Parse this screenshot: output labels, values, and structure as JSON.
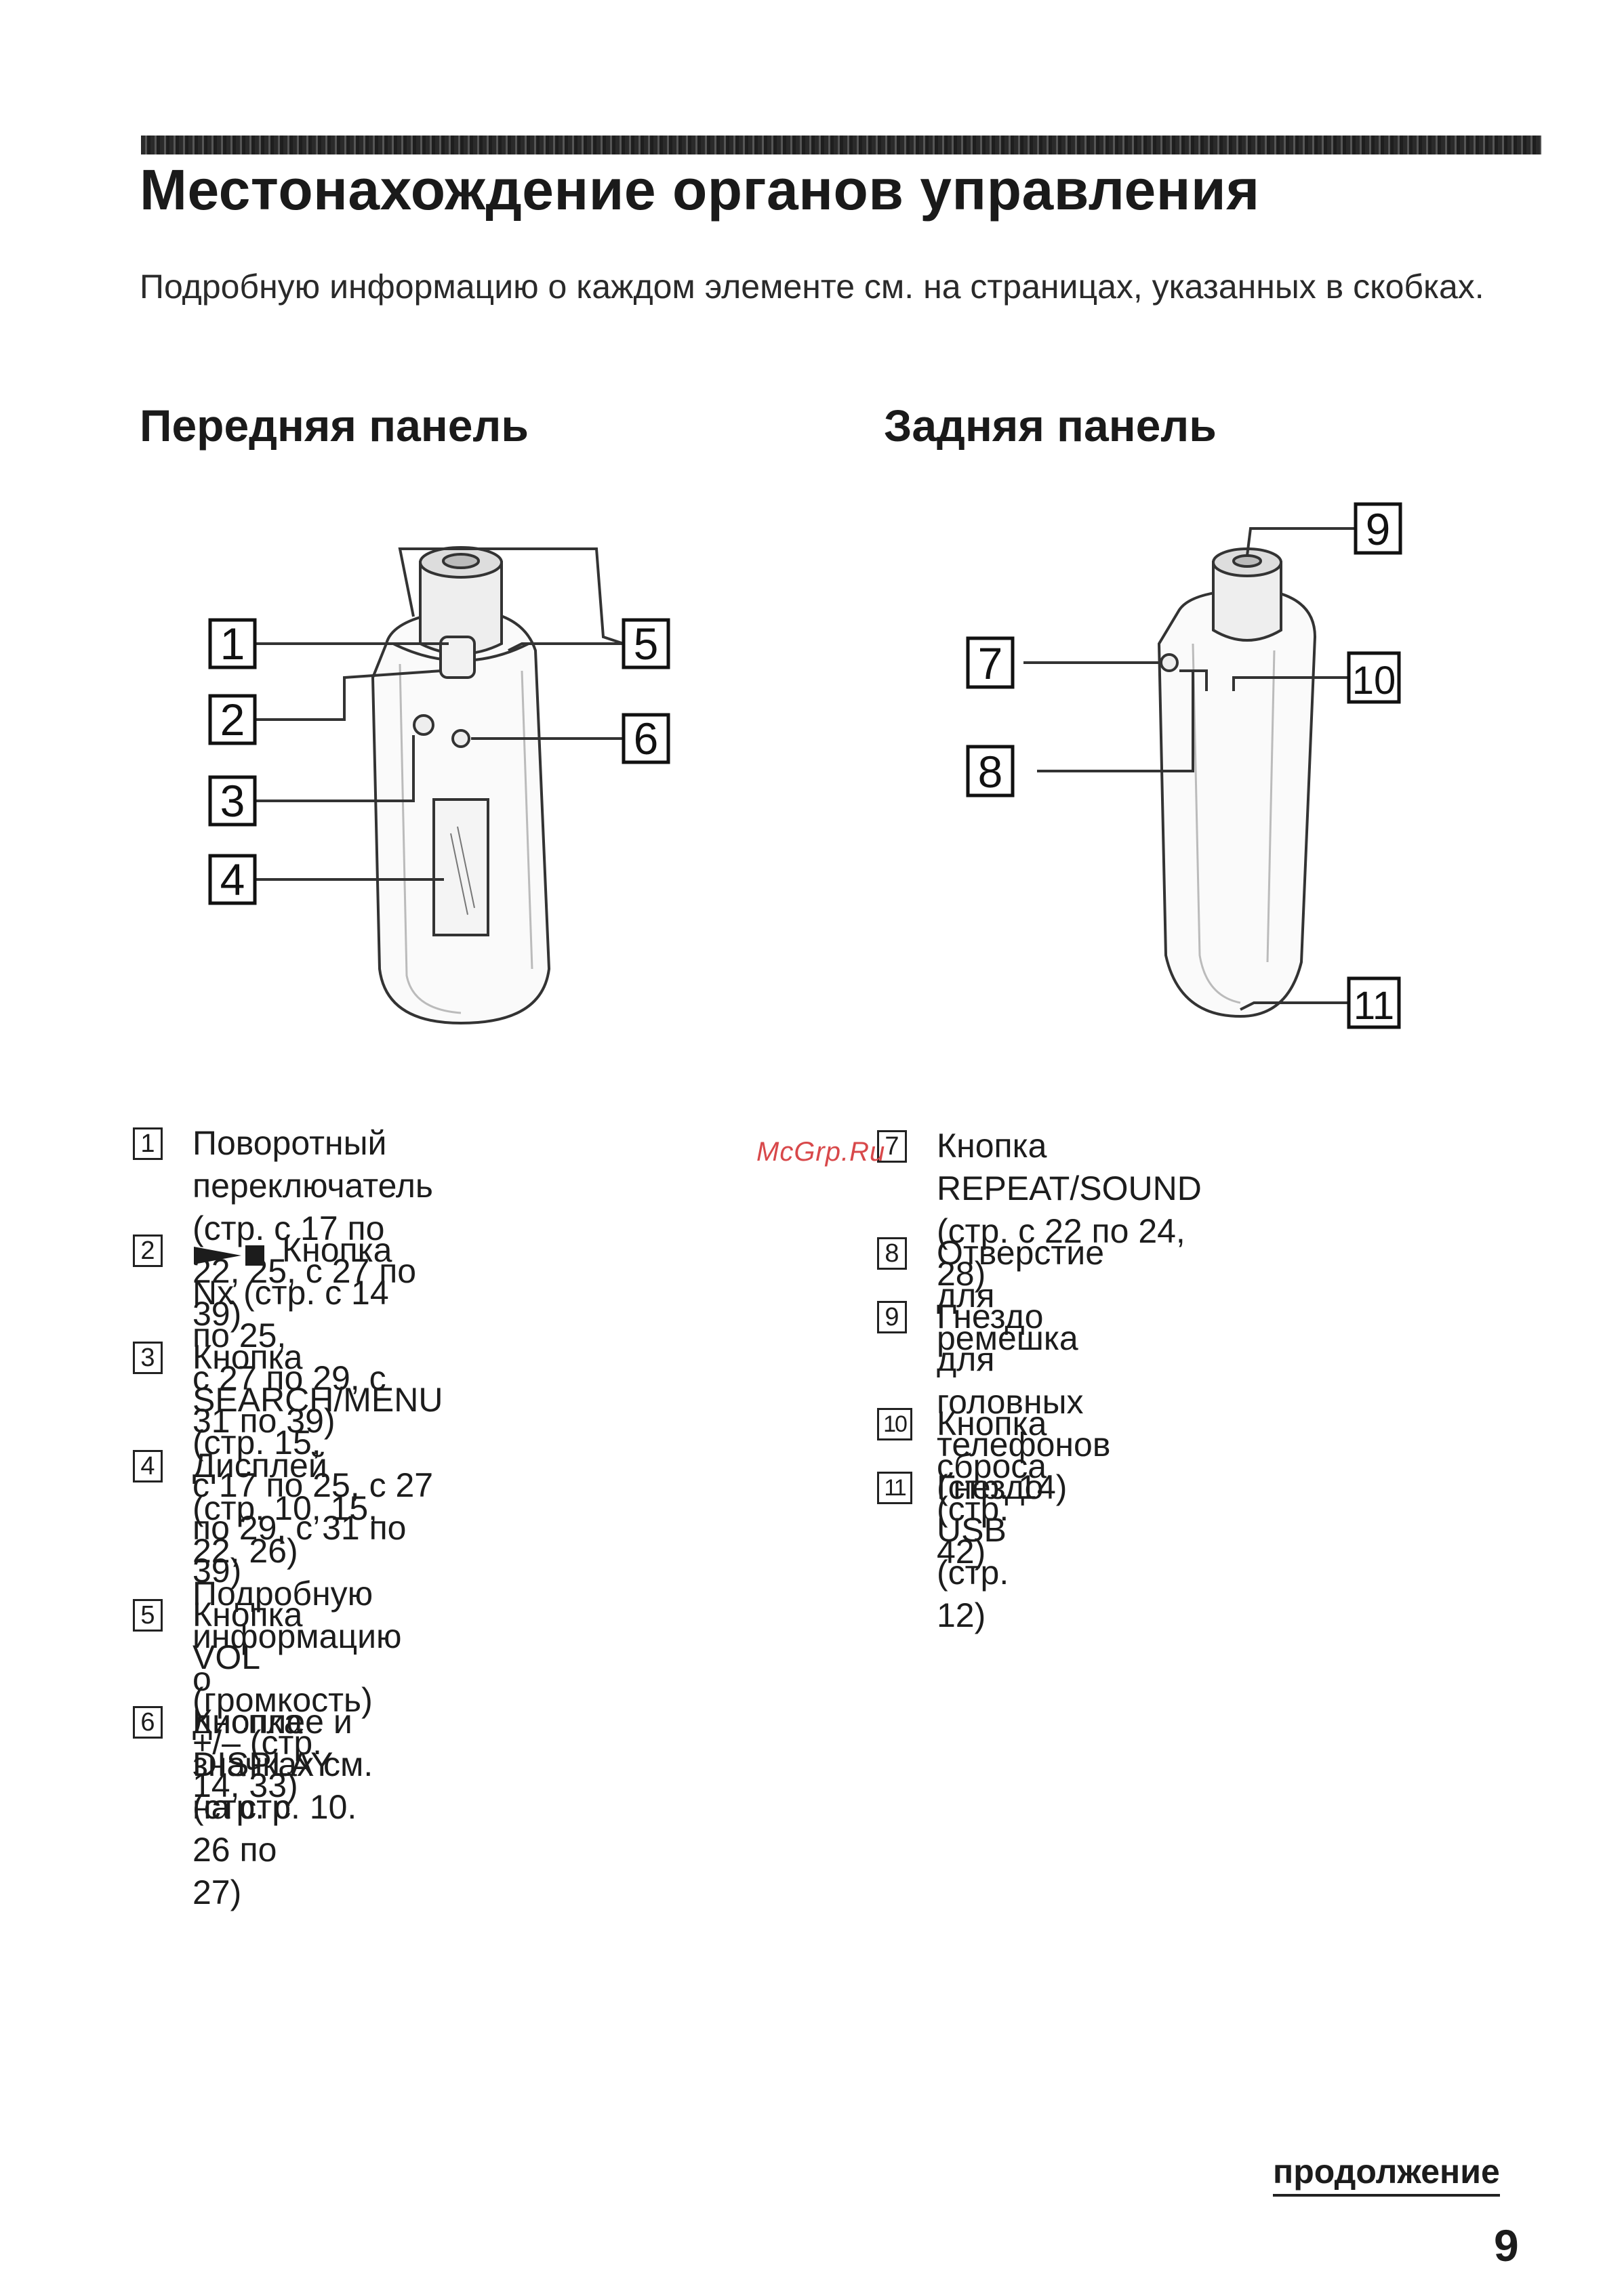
{
  "title": "Местонахождение органов управления",
  "intro": "Подробную информацию о каждом элементе см. на страницах, указанных в скобках.",
  "front_panel_title": "Передняя панель",
  "back_panel_title": "Задняя панель",
  "front_labels": [
    "1",
    "2",
    "3",
    "4",
    "5",
    "6"
  ],
  "back_labels": [
    "7",
    "8",
    "9",
    "10",
    "11"
  ],
  "items": [
    {
      "num": "1",
      "text": "Поворотный переключатель\n(стр. с 17 по 22, 25, с 27 по 39)"
    },
    {
      "num": "2",
      "text": "Кнопка Nx (стр. с 14 по 25,\nс 27 по 29, с 31 по 39)"
    },
    {
      "num": "3",
      "text": "Кнопка SEARCH/MENU (стр. 15,\nс 17 по 25, с 27 по 29, с 31 по 39)"
    },
    {
      "num": "4",
      "text": "Дисплей (стр. 10, 15, 22, 26)\nПодробную информацию о\nдисплее и значках см. на стр. 10."
    },
    {
      "num": "5",
      "text": "Кнопка VOL (громкость) +/– (стр.\n14, 33)"
    },
    {
      "num": "6",
      "text": "Кнопка DISPLAY (стр. с 26 по 27)"
    },
    {
      "num": "7",
      "text": "Кнопка REPEAT/SOUND\n(стр. с 22 по 24, 28)"
    },
    {
      "num": "8",
      "text": "Отверстие для ремешка"
    },
    {
      "num": "9",
      "text": "Гнездо для головных телефонов\n(стр. 14)"
    },
    {
      "num": "10",
      "text": "Кнопка сброса (стр. 42)"
    },
    {
      "num": "11",
      "text": "Гнездо USB (стр. 12)"
    }
  ],
  "watermark": "McGrp.Ru",
  "continuation": "продолжение",
  "page_number": "9"
}
